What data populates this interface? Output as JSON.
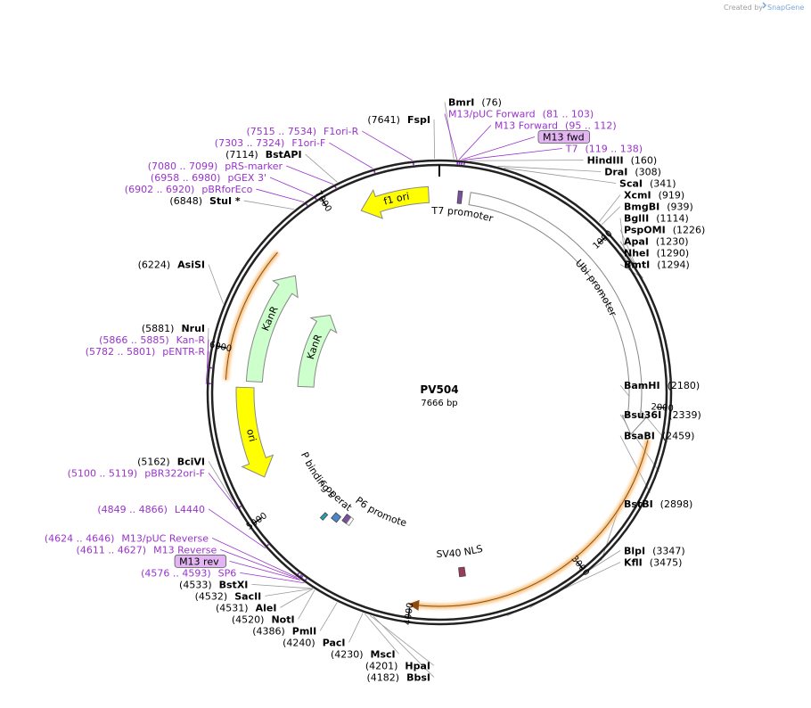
{
  "credit": {
    "created_by": "Created by",
    "brand": "SnapGene"
  },
  "plasmid": {
    "name": "PV504",
    "size_label": "7666 bp",
    "length": 7666
  },
  "ticks": [
    {
      "pos": 1000,
      "label": "1000"
    },
    {
      "pos": 2000,
      "label": "2000"
    },
    {
      "pos": 3000,
      "label": "3000"
    },
    {
      "pos": 4000,
      "label": "4000"
    },
    {
      "pos": 5000,
      "label": "5000"
    },
    {
      "pos": 6000,
      "label": "6000"
    },
    {
      "pos": 7000,
      "label": "7000"
    }
  ],
  "colors": {
    "backbone": "#222222",
    "arrow_outline": "#888888",
    "yellow": "#ffff00",
    "green": "#ccffcc",
    "orange_glow": "#f7b96b",
    "purple": "#9933cc",
    "primer_box_fill": "#e2b5f2"
  },
  "enzymes_right": [
    {
      "pos": 76,
      "name": "BmrI",
      "num": "(76)"
    },
    {
      "pos": 160,
      "name": "HindIII",
      "num": "(160)"
    },
    {
      "pos": 308,
      "name": "DraI",
      "num": "(308)"
    },
    {
      "pos": 341,
      "name": "ScaI",
      "num": "(341)"
    },
    {
      "pos": 919,
      "name": "XcmI",
      "num": "(919)"
    },
    {
      "pos": 939,
      "name": "BmgBI",
      "num": "(939)"
    },
    {
      "pos": 1114,
      "name": "BglII",
      "num": "(1114)"
    },
    {
      "pos": 1226,
      "name": "PspOMI",
      "num": "(1226)"
    },
    {
      "pos": 1230,
      "name": "ApaI",
      "num": "(1230)"
    },
    {
      "pos": 1290,
      "name": "NheI",
      "num": "(1290)"
    },
    {
      "pos": 1294,
      "name": "BmtI",
      "num": "(1294)"
    },
    {
      "pos": 2180,
      "name": "BamHI",
      "num": "(2180)"
    },
    {
      "pos": 2339,
      "name": "Bsu36I",
      "num": "(2339)"
    },
    {
      "pos": 2459,
      "name": "BsaBI",
      "num": "(2459)"
    },
    {
      "pos": 2898,
      "name": "BstBI",
      "num": "(2898)"
    },
    {
      "pos": 3347,
      "name": "BlpI",
      "num": "(3347)"
    },
    {
      "pos": 3475,
      "name": "KflI",
      "num": "(3475)"
    }
  ],
  "enzymes_left": [
    {
      "pos": 7641,
      "name": "FspI",
      "num": "(7641)"
    },
    {
      "pos": 7114,
      "name": "BstAPI",
      "num": "(7114)"
    },
    {
      "pos": 6848,
      "name": "StuI *",
      "num": "(6848)"
    },
    {
      "pos": 6224,
      "name": "AsiSI",
      "num": "(6224)"
    },
    {
      "pos": 5881,
      "name": "NruI",
      "num": "(5881)"
    },
    {
      "pos": 5162,
      "name": "BciVI",
      "num": "(5162)"
    },
    {
      "pos": 4533,
      "name": "BstXI",
      "num": "(4533)"
    },
    {
      "pos": 4532,
      "name": "SacII",
      "num": "(4532)"
    },
    {
      "pos": 4531,
      "name": "AleI",
      "num": "(4531)"
    },
    {
      "pos": 4520,
      "name": "NotI",
      "num": "(4520)"
    },
    {
      "pos": 4386,
      "name": "PmlI",
      "num": "(4386)"
    },
    {
      "pos": 4240,
      "name": "PacI",
      "num": "(4240)"
    },
    {
      "pos": 4230,
      "name": "MscI",
      "num": "(4230)"
    },
    {
      "pos": 4201,
      "name": "HpaI",
      "num": "(4201)"
    },
    {
      "pos": 4182,
      "name": "BbsI",
      "num": "(4182)"
    }
  ],
  "primers_right": [
    {
      "pos": 92,
      "name": "M13/pUC Forward",
      "range": "(81 .. 103)"
    },
    {
      "pos": 103,
      "name": "M13 Forward",
      "range": "(95 .. 112)"
    },
    {
      "pos": 115,
      "name": "M13 fwd",
      "range": "",
      "boxed": true
    },
    {
      "pos": 128,
      "name": "T7",
      "range": "(119 .. 138)"
    }
  ],
  "primers_left": [
    {
      "pos": 7524,
      "name": "F1ori-R",
      "range": "(7515 .. 7534)"
    },
    {
      "pos": 7313,
      "name": "F1ori-F",
      "range": "(7303 .. 7324)"
    },
    {
      "pos": 7090,
      "name": "pRS-marker",
      "range": "(7080 .. 7099)"
    },
    {
      "pos": 6969,
      "name": "pGEX 3'",
      "range": "(6958 .. 6980)"
    },
    {
      "pos": 6911,
      "name": "pBRforEco",
      "range": "(6902 .. 6920)"
    },
    {
      "pos": 5876,
      "name": "Kan-R",
      "range": "(5866 .. 5885)"
    },
    {
      "pos": 5792,
      "name": "pENTR-R",
      "range": "(5782 .. 5801)"
    },
    {
      "pos": 5110,
      "name": "pBR322ori-F",
      "range": "(5100 .. 5119)"
    },
    {
      "pos": 4858,
      "name": "L4440",
      "range": "(4849 .. 4866)"
    },
    {
      "pos": 4635,
      "name": "M13/pUC Reverse",
      "range": "(4624 .. 4646)"
    },
    {
      "pos": 4619,
      "name": "M13 Reverse",
      "range": "(4611 .. 4627)"
    },
    {
      "pos": 4610,
      "name": "M13 rev",
      "range": "",
      "boxed": true
    },
    {
      "pos": 4585,
      "name": "SP6",
      "range": "(4576 .. 4593)"
    }
  ],
  "features": {
    "f1_ori": "f1 ori",
    "t7_promoter": "T7 promoter",
    "ubi_promoter": "Ubi promoter",
    "sv40_nls": "SV40 NLS",
    "kanr_outer": "KanR",
    "kanr_inner": "KanR",
    "ori": "ori",
    "cap_site": "CAP binding site",
    "lac_operator": "lac operator",
    "sp6_promoter": "SP6 promoter"
  }
}
